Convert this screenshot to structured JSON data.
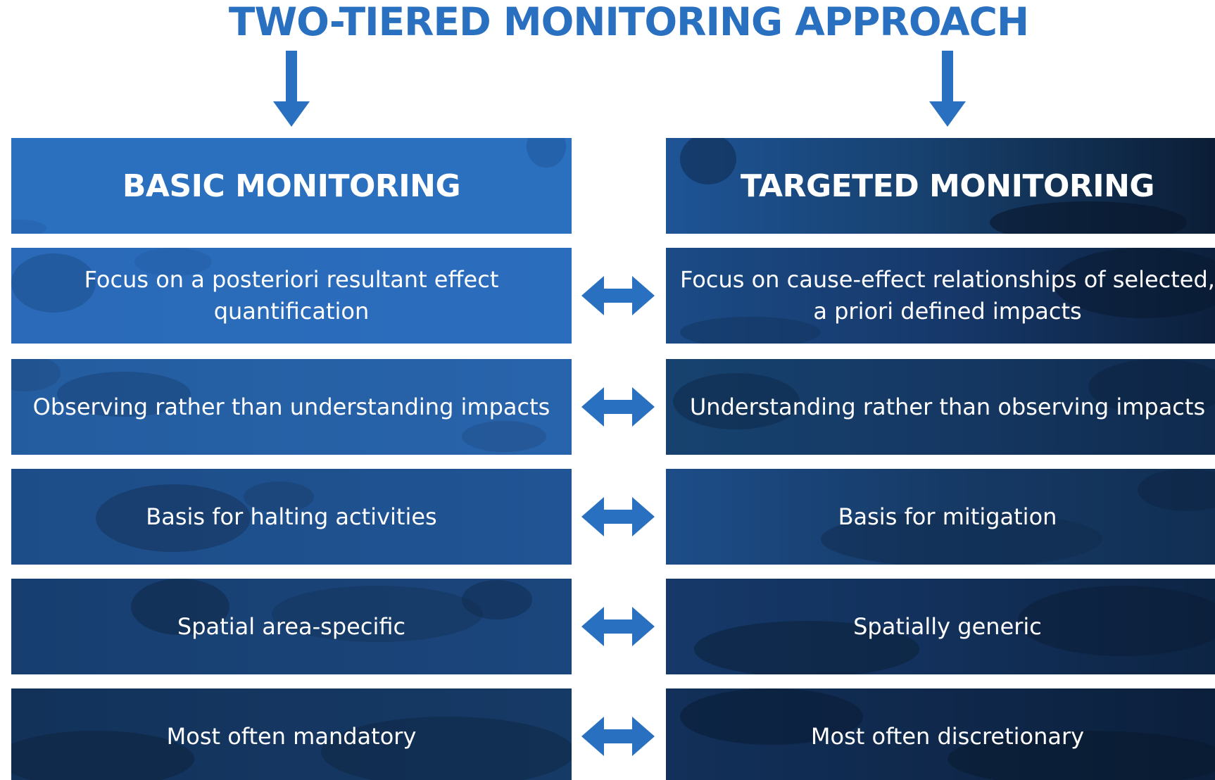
{
  "title": "TWO-TIERED MONITORING APPROACH",
  "colors": {
    "accent": "#2a70c0",
    "text_on_panel": "#ffffff",
    "basic_header": "#2b6fbf",
    "targeted_header_dark": "#0a1a30"
  },
  "columns": {
    "basic": {
      "header": "BASIC MONITORING",
      "rows": [
        "Focus on a posteriori resultant effect quantification",
        "Observing rather than understanding impacts",
        "Basis for halting activities",
        "Spatial area-specific",
        "Most often mandatory"
      ]
    },
    "targeted": {
      "header": "TARGETED MONITORING",
      "rows": [
        "Focus on cause-effect relationships of selected, a priori defined impacts",
        "Understanding rather than observing impacts",
        "Basis for mitigation",
        "Spatially generic",
        "Most often discretionary"
      ]
    }
  },
  "icons": {
    "down_arrow": "arrow-down-icon",
    "connector": "double-arrow-icon"
  }
}
